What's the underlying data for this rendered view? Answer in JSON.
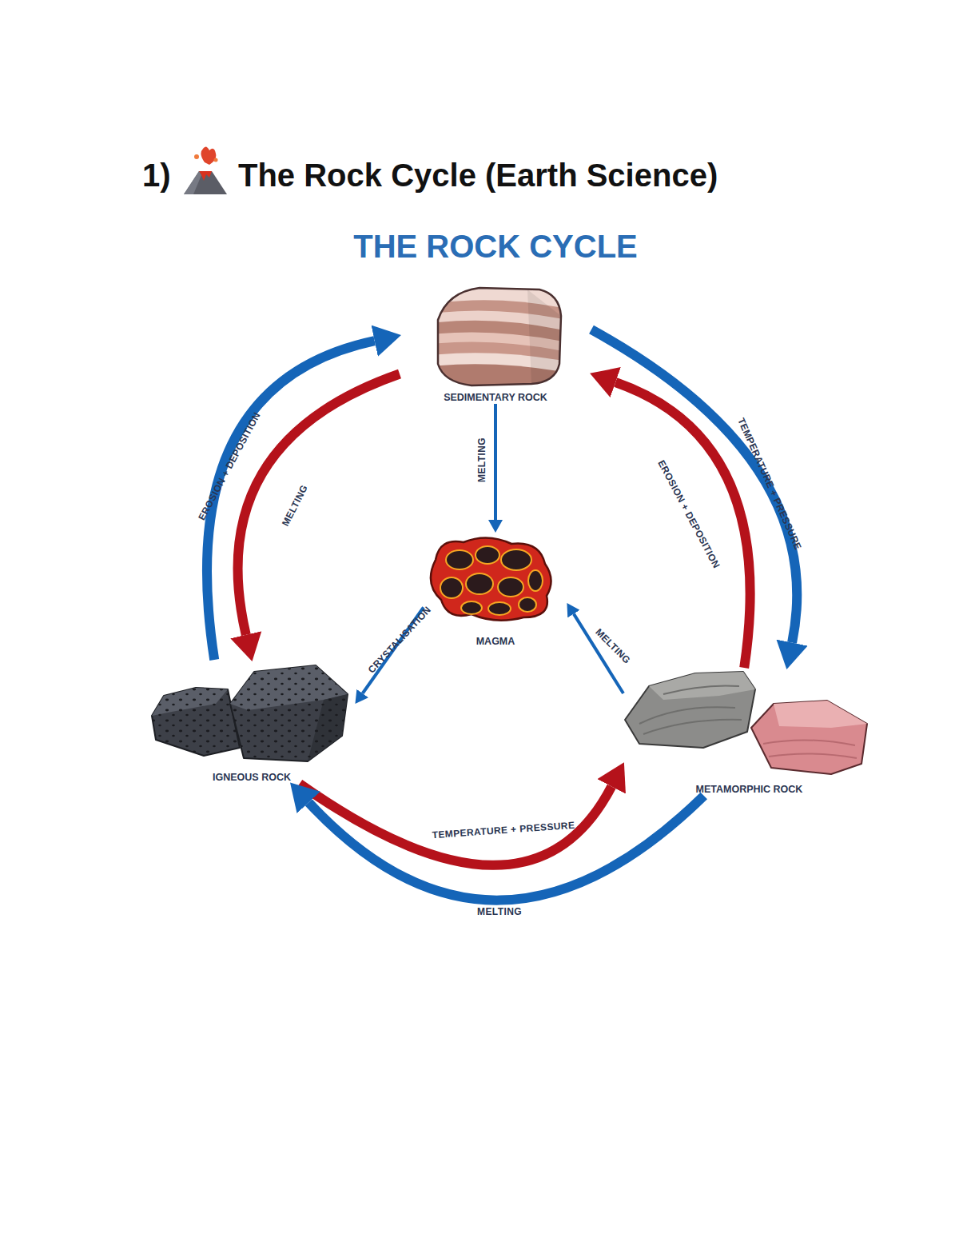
{
  "diagram": {
    "title": "The Rock Cycle (Earth Science)",
    "nodes": [
      {
        "text": [
          "SEDIMENTARY ROCK"
        ]
      },
      {
        "text": [
          "MAGMA"
        ]
      },
      {
        "text": [
          "IGNEOUS ROCK"
        ]
      },
      {
        "text": [
          "METAMORPHIC ROCK"
        ]
      }
    ],
    "edges": [
      {
        "from": 0,
        "to": 1,
        "label": "MELTING",
        "arrow": "to"
      },
      {
        "from": 1,
        "to": 2,
        "label": "CRYSTALISATION",
        "arrow": "to"
      },
      {
        "from": 3,
        "to": 1,
        "label": "MELTING",
        "arrow": "to"
      },
      {
        "from": 2,
        "to": 0,
        "label": "EROSION + DEPOSITION",
        "arrow": "to"
      },
      {
        "from": 0,
        "to": 2,
        "label": "MELTING",
        "arrow": "to"
      },
      {
        "from": 0,
        "to": 3,
        "label": "TEMPERATURE + PRESSURE",
        "arrow": "to"
      },
      {
        "from": 3,
        "to": 0,
        "label": "EROSION + DEPOSITION",
        "arrow": "to"
      },
      {
        "from": 2,
        "to": 3,
        "label": "TEMPERATURE + PRESSURE",
        "arrow": "to"
      },
      {
        "from": 3,
        "to": 2,
        "label": "MELTING",
        "arrow": "to"
      }
    ],
    "labels": [
      "1)",
      "THE ROCK CYCLE"
    ]
  }
}
